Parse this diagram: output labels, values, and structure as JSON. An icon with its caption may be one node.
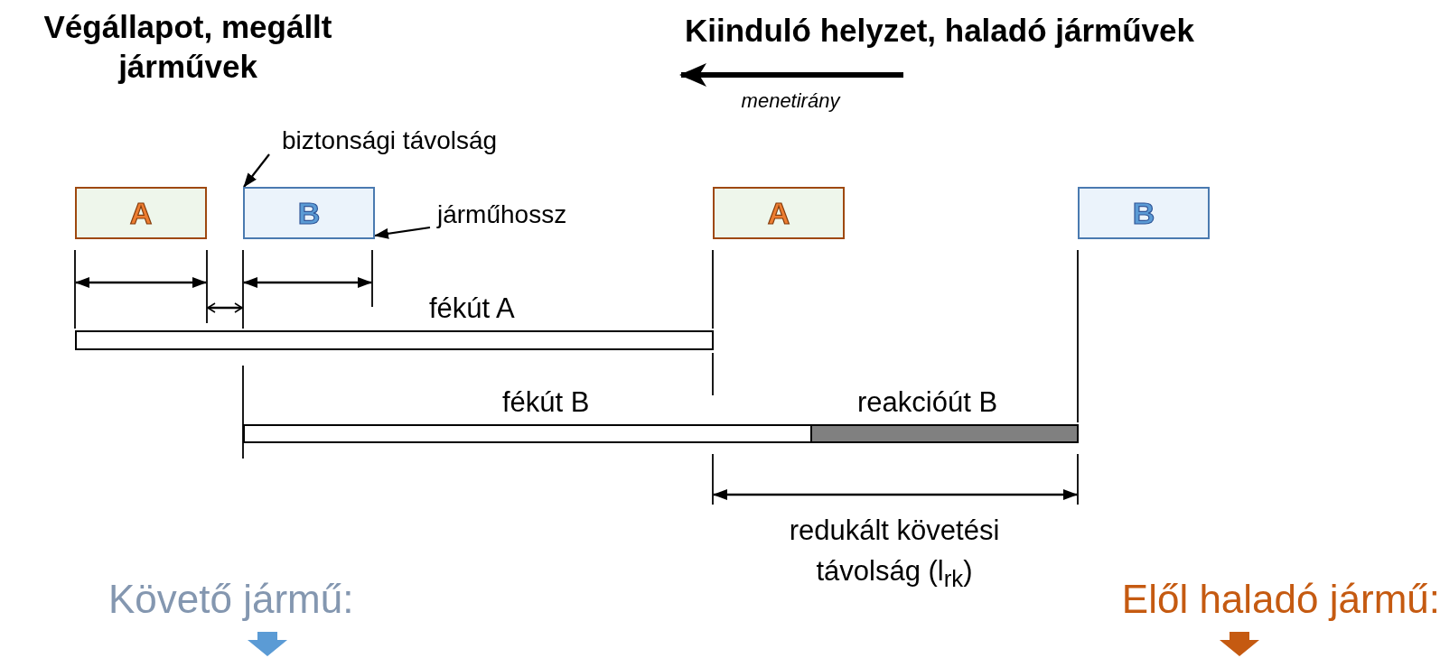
{
  "diagram": {
    "nodes": [
      {
        "text": [
          "A"
        ]
      },
      {
        "text": [
          "B"
        ]
      },
      {
        "text": [
          "A"
        ]
      },
      {
        "text": [
          "B"
        ]
      },
      {
        "text": [
          "biztonsági távolság"
        ]
      },
      {
        "text": [
          "járműhossz"
        ]
      },
      {
        "text": [
          "fékút A"
        ]
      },
      {
        "text": [
          "fékút B"
        ]
      },
      {
        "text": [
          "reakcióút B"
        ]
      }
    ],
    "edges": [
      {
        "from": 4,
        "to": 1,
        "arrow": "to"
      },
      {
        "from": 5,
        "to": 1,
        "arrow": "to"
      }
    ],
    "labels": [
      "Végállapot, megállt járművek",
      "Kiinduló helyzet, haladó járművek",
      "menetirány",
      "redukált követési távolság (l$_{rk}$)",
      "Követő jármű:",
      "Elől haladó jármű:"
    ]
  }
}
